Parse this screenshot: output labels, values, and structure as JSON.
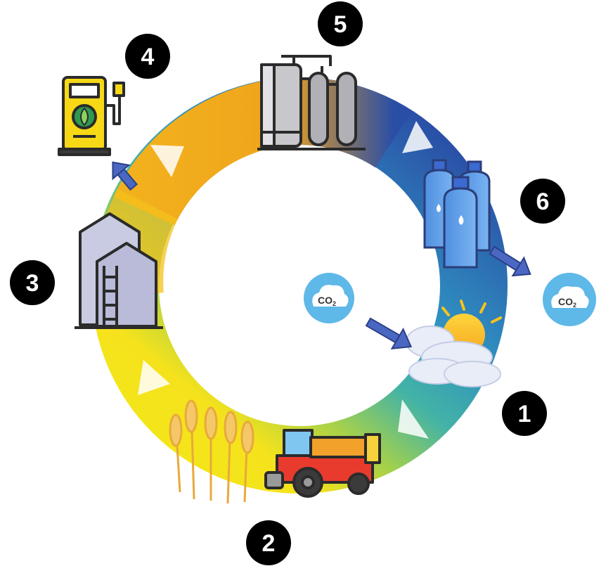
{
  "colors": {
    "ring_blue": "#2a55a8",
    "ring_teal": "#3aa6b4",
    "ring_green": "#8cc63f",
    "ring_yellow": "#f7e11a",
    "ring_orange": "#f0a81c",
    "arrow_blue": "#4a68c2",
    "badge": "#000000",
    "cloud_badge": "#5eb8e8"
  },
  "steps": [
    {
      "number": "1",
      "icon": "sun-cloud-icon"
    },
    {
      "number": "2",
      "icon": "harvester-wheat-icon"
    },
    {
      "number": "3",
      "icon": "grain-silo-icon"
    },
    {
      "number": "4",
      "icon": "biofuel-pump-icon"
    },
    {
      "number": "5",
      "icon": "refinery-tanks-icon"
    },
    {
      "number": "6",
      "icon": "water-bottles-icon"
    }
  ],
  "co2_badges": [
    {
      "text": "CO",
      "sub": "2"
    },
    {
      "text": "CO",
      "sub": "2"
    }
  ]
}
